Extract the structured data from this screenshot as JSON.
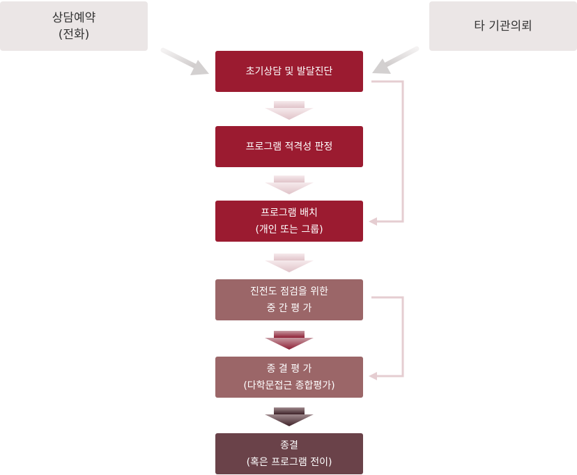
{
  "sources": {
    "left": {
      "line1": "상담예약",
      "line2": "(전화)"
    },
    "right": {
      "line1": "타 기관의뢰"
    }
  },
  "steps": [
    {
      "line1": "초기상담 및 발달진단",
      "line2": "",
      "color": "#9b1b30"
    },
    {
      "line1": "프로그램 적격성 판정",
      "line2": "",
      "color": "#9b1b30"
    },
    {
      "line1": "프로그램 배치",
      "line2": "(개인 또는 그룹)",
      "color": "#9b1b30"
    },
    {
      "line1": "진전도 점검을 위한",
      "line2": "중 간 평 가",
      "color": "#9b6668"
    },
    {
      "line1": "종 결 평 가",
      "line2": "(다학문접근 종합평가)",
      "color": "#9b6668"
    },
    {
      "line1": "종결",
      "line2": "(혹은 프로그램 전이)",
      "color": "#6a4249"
    }
  ],
  "colors": {
    "side_box": "#ebe6e6",
    "connector": "#e5cdd1",
    "incoming_arrow": "#d3d0d0"
  }
}
